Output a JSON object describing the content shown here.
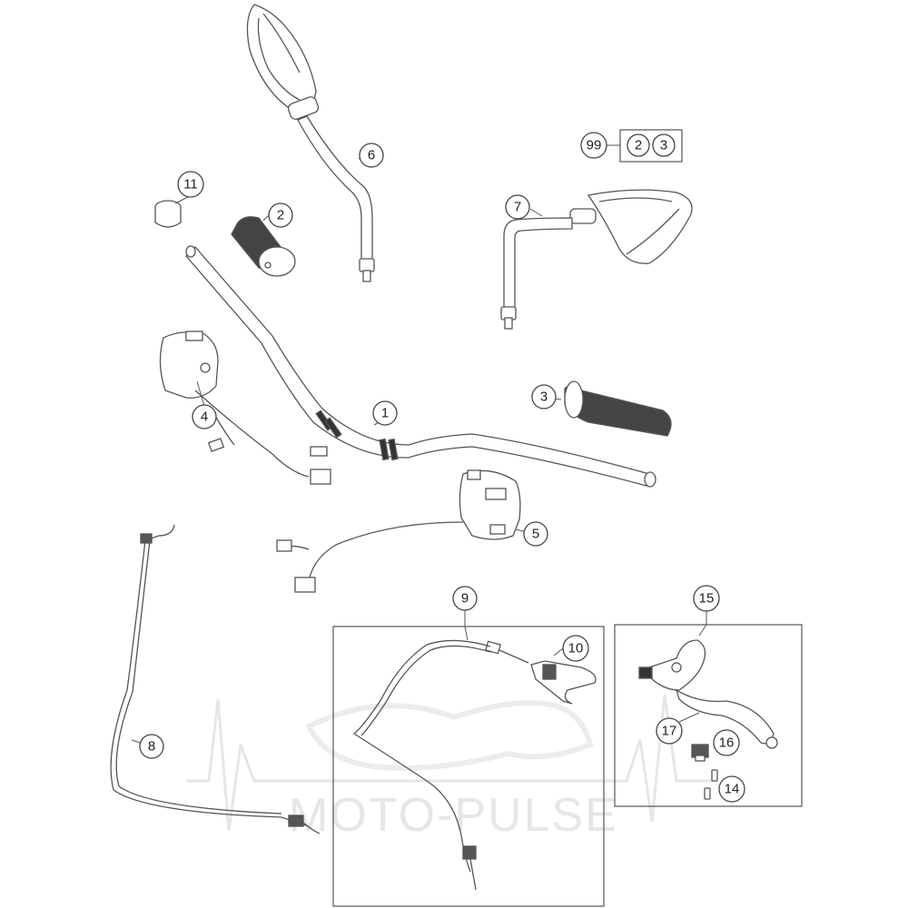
{
  "diagram": {
    "watermark": {
      "text": "MOTO-PULSE",
      "color": "#e6e6e6"
    },
    "line_color": "#555555",
    "callouts": [
      {
        "id": "c1",
        "label": "1"
      },
      {
        "id": "c2",
        "label": "2"
      },
      {
        "id": "c3",
        "label": "3"
      },
      {
        "id": "c4",
        "label": "4"
      },
      {
        "id": "c5",
        "label": "5"
      },
      {
        "id": "c6",
        "label": "6"
      },
      {
        "id": "c7",
        "label": "7"
      },
      {
        "id": "c8",
        "label": "8"
      },
      {
        "id": "c9",
        "label": "9"
      },
      {
        "id": "c10",
        "label": "10"
      },
      {
        "id": "c11",
        "label": "11"
      },
      {
        "id": "c14",
        "label": "14"
      },
      {
        "id": "c15",
        "label": "15"
      },
      {
        "id": "c16",
        "label": "16"
      },
      {
        "id": "c17",
        "label": "17"
      },
      {
        "id": "c99",
        "label": "99"
      }
    ],
    "kit": {
      "label": "99",
      "contents": [
        "2",
        "3"
      ]
    }
  }
}
